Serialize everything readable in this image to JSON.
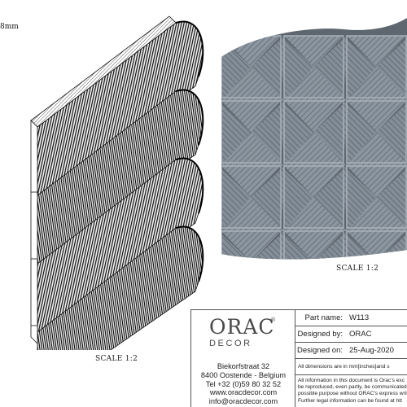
{
  "dimension_label": "8mm",
  "drawing_scale_left": "SCALE 1:2",
  "drawing_scale_right": "SCALE 1:2",
  "title_block": {
    "logo_text": "ORAC",
    "logo_registered": "®",
    "logo_subtext": "DECOR",
    "address_lines": [
      "Biekorfstraat 32",
      "8400 Oostende - Belgium",
      "Tel  +32 (0)59 80 32 52",
      "www.oracdecor.com",
      "info@oracdecor.com"
    ],
    "part_number_label": "Part name:",
    "part_number_value": "W113",
    "designed_by_label": "Designed by:",
    "designed_by_value": "ORAC",
    "designed_on_label": "Designed on:",
    "designed_on_value": "25-Aug-2020",
    "dimensions_note": "All dimensions are in mm[inches]and s",
    "legal_lines": [
      "All information in this document is Orac's exc",
      "be reproduced, even partly, be communicated",
      "possible purpose without ORAC's express writ",
      "Further legal information can be found at htt"
    ]
  },
  "colors": {
    "panel_stroke": "#111111",
    "photo_tile": "#7e8892",
    "photo_groove": "#5a636c"
  }
}
